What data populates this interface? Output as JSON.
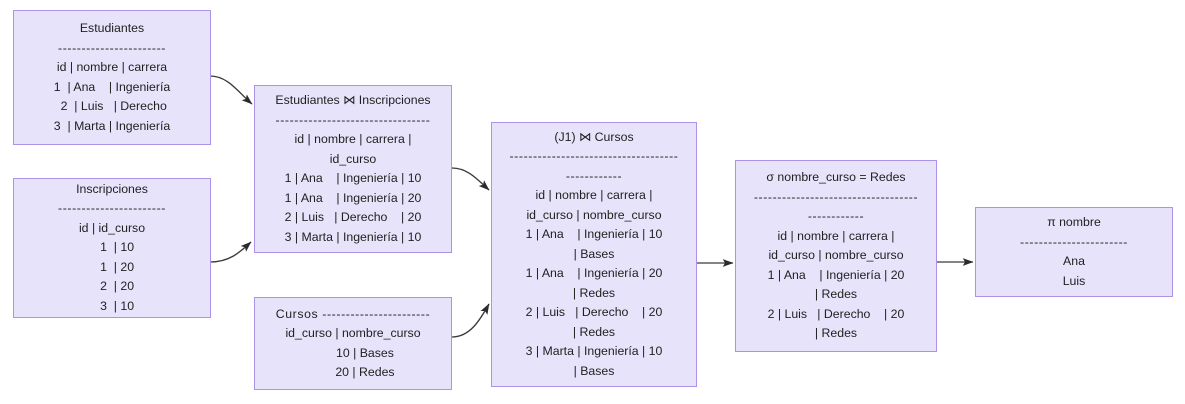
{
  "diagram": {
    "title": "Relational algebra join pipeline",
    "colors": {
      "node_fill": "#e7e3fa",
      "node_border": "#ac93e8",
      "text": "#1f1f1f",
      "edge": "#333333",
      "background": "#ffffff"
    },
    "nodes": [
      {
        "id": "estudiantes",
        "name": "estudiantes-table",
        "lines": [
          "Estudiantes",
          "-----------------------",
          "id | nombre | carrera",
          "1  | Ana    | Ingeniería",
          " 2  | Luis   | Derecho",
          "3  | Marta | Ingeniería"
        ]
      },
      {
        "id": "inscripciones",
        "name": "inscripciones-table",
        "lines": [
          "Inscripciones",
          "-----------------------",
          "id | id_curso",
          "   1  | 10",
          "   1  | 20",
          "   2  | 20",
          "   3  | 10"
        ]
      },
      {
        "id": "cursos",
        "name": "cursos-table",
        "lines": [
          "Cursos -----------------------",
          "id_curso | nombre_curso",
          "       10 | Bases",
          "       20 | Redes"
        ]
      },
      {
        "id": "join1",
        "name": "join-estudiantes-inscripciones",
        "lines": [
          "Estudiantes ⋈ Inscripciones",
          "---------------------------------",
          "id | nombre | carrera |",
          "id_curso",
          "1 | Ana    | Ingeniería | 10",
          "1 | Ana    | Ingeniería | 20",
          "2 | Luis   | Derecho    | 20",
          "3 | Marta | Ingeniería | 10"
        ]
      },
      {
        "id": "join2",
        "name": "join-j1-cursos",
        "lines": [
          "(J1) ⋈ Cursos",
          "------------------------------------",
          "------------",
          "id | nombre | carrera |",
          "id_curso | nombre_curso",
          "1 | Ana    | Ingeniería | 10",
          "| Bases",
          "1 | Ana    | Ingeniería | 20",
          "| Redes",
          "2 | Luis   | Derecho    | 20",
          "| Redes",
          "3 | Marta | Ingeniería | 10",
          "| Bases"
        ]
      },
      {
        "id": "seleccion",
        "name": "selection-nombre-curso-redes",
        "lines": [
          "σ nombre_curso = Redes",
          "-----------------------------------",
          "------------",
          "id | nombre | carrera |",
          "id_curso | nombre_curso",
          "1 | Ana    | Ingeniería | 20",
          "| Redes",
          "2 | Luis   | Derecho    | 20",
          "| Redes"
        ]
      },
      {
        "id": "proyeccion",
        "name": "projection-nombre",
        "lines": [
          "π nombre",
          "-----------------------",
          "Ana",
          "Luis"
        ]
      }
    ],
    "edges": [
      {
        "name": "edge-estudiantes-to-join1",
        "from": "estudiantes",
        "to": "join1"
      },
      {
        "name": "edge-inscripciones-to-join1",
        "from": "inscripciones",
        "to": "join1"
      },
      {
        "name": "edge-join1-to-join2",
        "from": "join1",
        "to": "join2"
      },
      {
        "name": "edge-cursos-to-join2",
        "from": "cursos",
        "to": "join2"
      },
      {
        "name": "edge-join2-to-seleccion",
        "from": "join2",
        "to": "seleccion"
      },
      {
        "name": "edge-seleccion-to-proyeccion",
        "from": "seleccion",
        "to": "proyeccion"
      }
    ]
  }
}
